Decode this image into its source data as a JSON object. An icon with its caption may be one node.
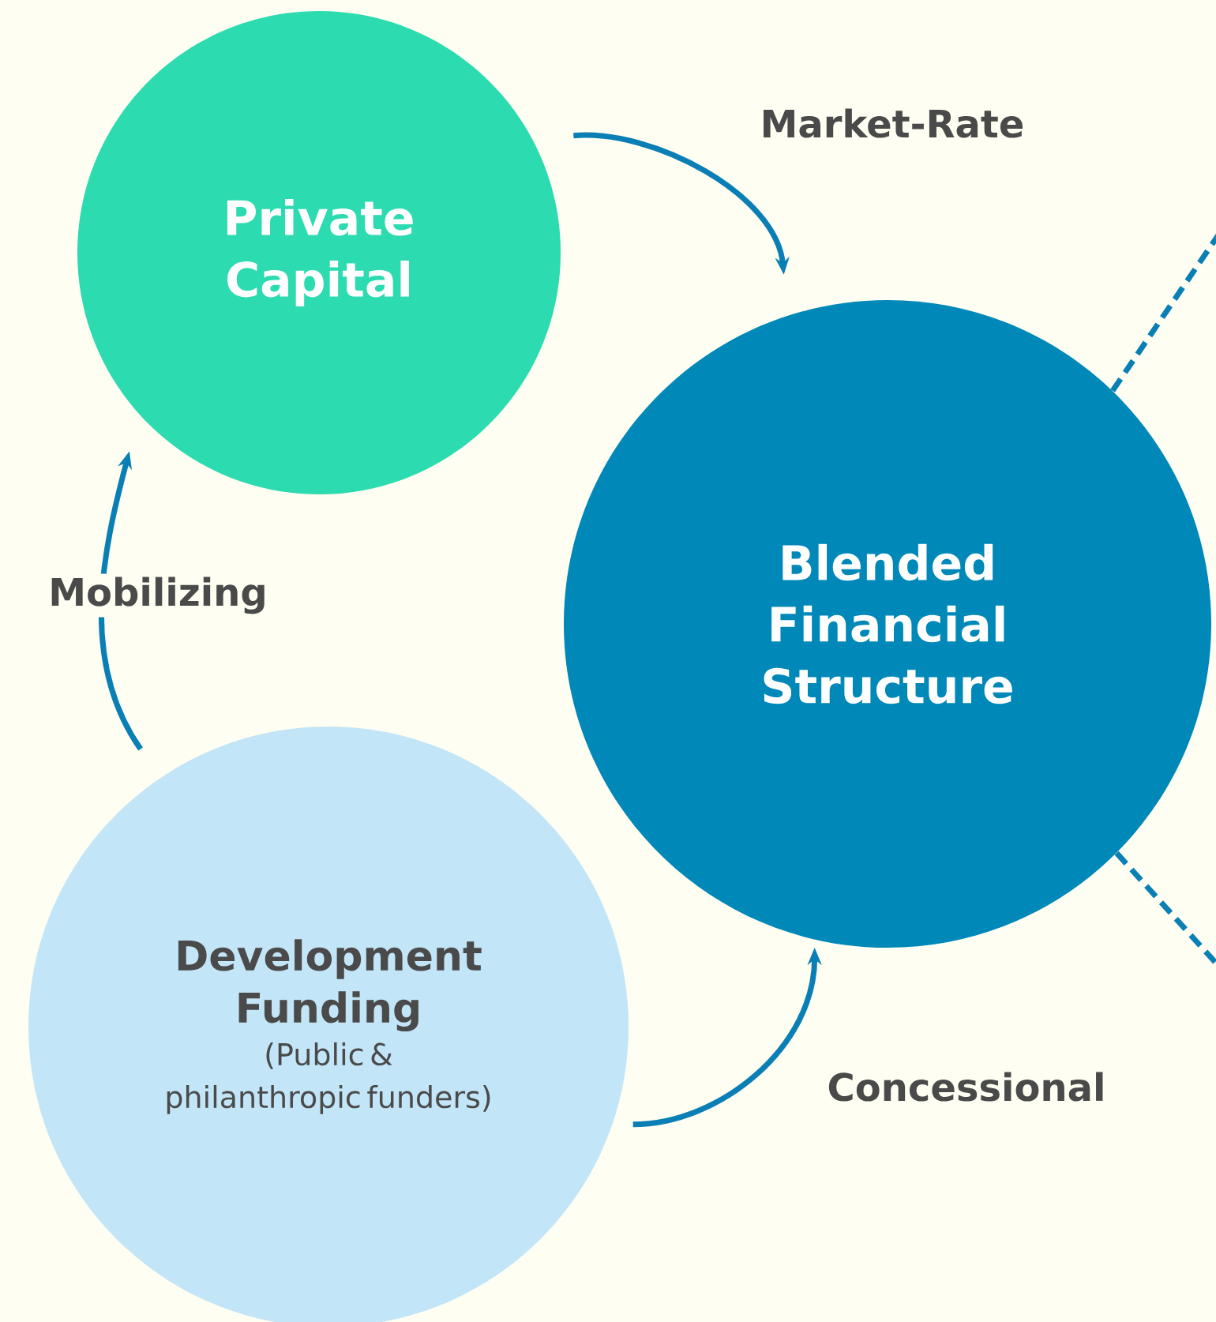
{
  "diagram": {
    "nodes": [
      {
        "text": [
          "Private Capital"
        ]
      },
      {
        "text": [
          "Blended Financial Structure"
        ]
      },
      {
        "text": [
          "Development Funding",
          "(Public & philanthropic funders)"
        ]
      }
    ],
    "edges": [
      {
        "from": 0,
        "to": 1,
        "arrow": "to",
        "label": "Market-Rate"
      },
      {
        "from": 2,
        "to": 1,
        "arrow": "to",
        "label": "Concessional"
      },
      {
        "from": 2,
        "to": 0,
        "arrow": "to",
        "label": "Mobilizing"
      },
      {
        "from": 1,
        "to": null,
        "arrow": "none",
        "style": "dashed"
      },
      {
        "from": 1,
        "to": null,
        "arrow": "none",
        "style": "dashed"
      }
    ]
  }
}
